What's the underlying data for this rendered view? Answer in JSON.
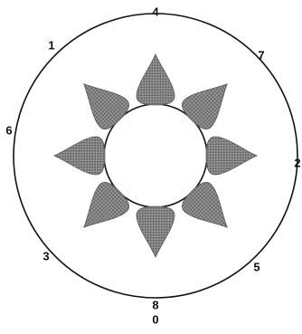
{
  "diagram": {
    "labels": {
      "n4": "4",
      "n7": "7",
      "n2": "2",
      "n5": "5",
      "n8": "8",
      "n0": "0",
      "n3": "3",
      "n6": "6",
      "n1": "1"
    },
    "colors": {
      "ink": "#111111",
      "petal_fill": "#8a8a8a",
      "petal_stroke": "#555555",
      "background": "#ffffff"
    }
  }
}
